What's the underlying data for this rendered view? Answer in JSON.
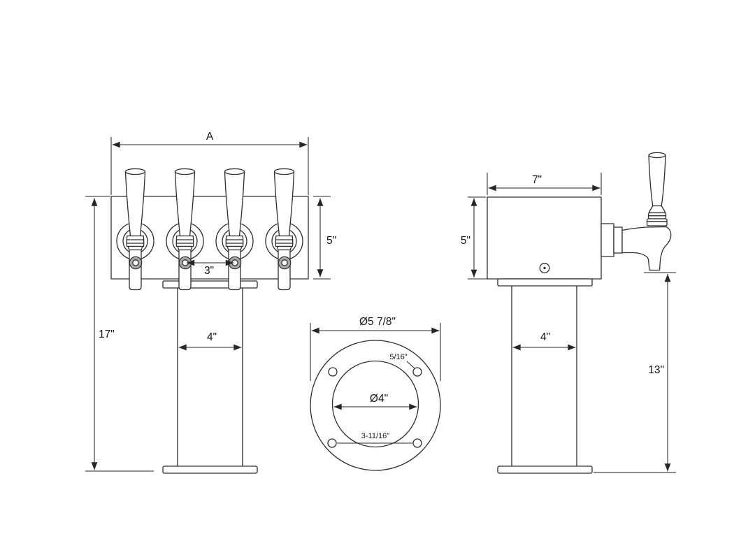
{
  "front_view": {
    "width_label": "A",
    "total_height_label": "17\"",
    "body_height_label": "5\"",
    "faucet_spacing_label": "3\"",
    "column_width_label": "4\""
  },
  "flange_view": {
    "outer_diameter_label": "Ø5 7/8\"",
    "bore_diameter_label": "Ø4\"",
    "hole_diameter_label": "5/16\"",
    "hole_spacing_label": "3-11/16\""
  },
  "side_view": {
    "depth_label": "7\"",
    "body_height_label": "5\"",
    "column_width_label": "4\"",
    "column_height_label": "13\""
  },
  "colors": {
    "line": "#2e2e2e",
    "bolt_ring_gray": "#a9a9a9",
    "background": "#ffffff"
  }
}
